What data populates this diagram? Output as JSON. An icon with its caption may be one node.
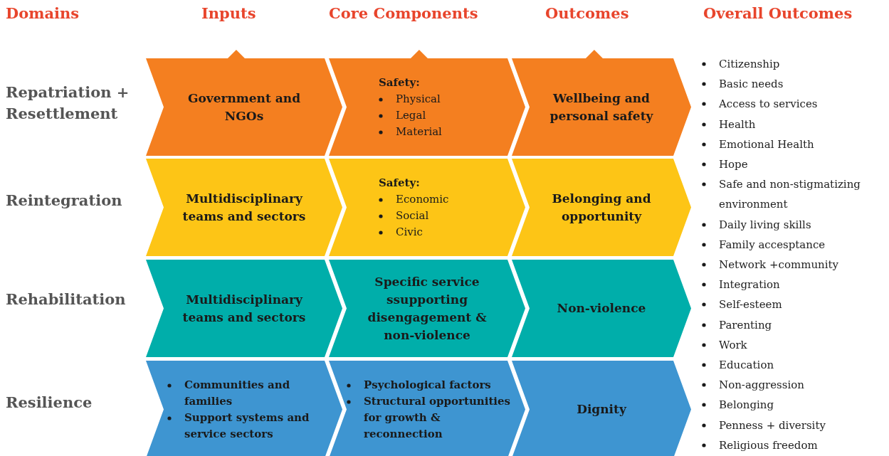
{
  "diagram": {
    "nodes": [
      {
        "text": [
          "Government and NGOs"
        ]
      },
      {
        "text": [
          "Safety:",
          "Physical",
          "Legal",
          "Material"
        ]
      },
      {
        "text": [
          "Wellbeing and personal safety"
        ]
      },
      {
        "text": [
          "Multidisciplinary teams and sectors"
        ]
      },
      {
        "text": [
          "Safety:",
          "Economic",
          "Social",
          "Civic"
        ]
      },
      {
        "text": [
          "Belonging and opportunity"
        ]
      },
      {
        "text": [
          "Multidisciplinary teams and sectors"
        ]
      },
      {
        "text": [
          "Specific service ssupporting disengagement & non-violence"
        ]
      },
      {
        "text": [
          "Non-violence"
        ]
      },
      {
        "text": [
          "Communities and families",
          "Support systems and service sectors"
        ]
      },
      {
        "text": [
          "Psychological factors",
          "Structural opportunities for growth & reconnection"
        ]
      },
      {
        "text": [
          "Dignity"
        ]
      }
    ],
    "labels": [
      "Domains",
      "Inputs",
      "Core Components",
      "Outcomes",
      "Overall Outcomes",
      "Repatriation + Resettlement",
      "Reintegration",
      "Rehabilitation",
      "Resilience",
      "Citizenship",
      "Basic needs",
      "Access to services",
      "Health",
      "Emotional Health",
      "Hope",
      "Safe and non-stigmatizing environment",
      "Daily living skills",
      "Family accesptance",
      "Network +community",
      "Integration",
      "Self-esteem",
      "Parenting",
      "Work",
      "Education",
      "Non-aggression",
      "Belonging",
      "Penness + diversity",
      "Religious freedom"
    ]
  }
}
